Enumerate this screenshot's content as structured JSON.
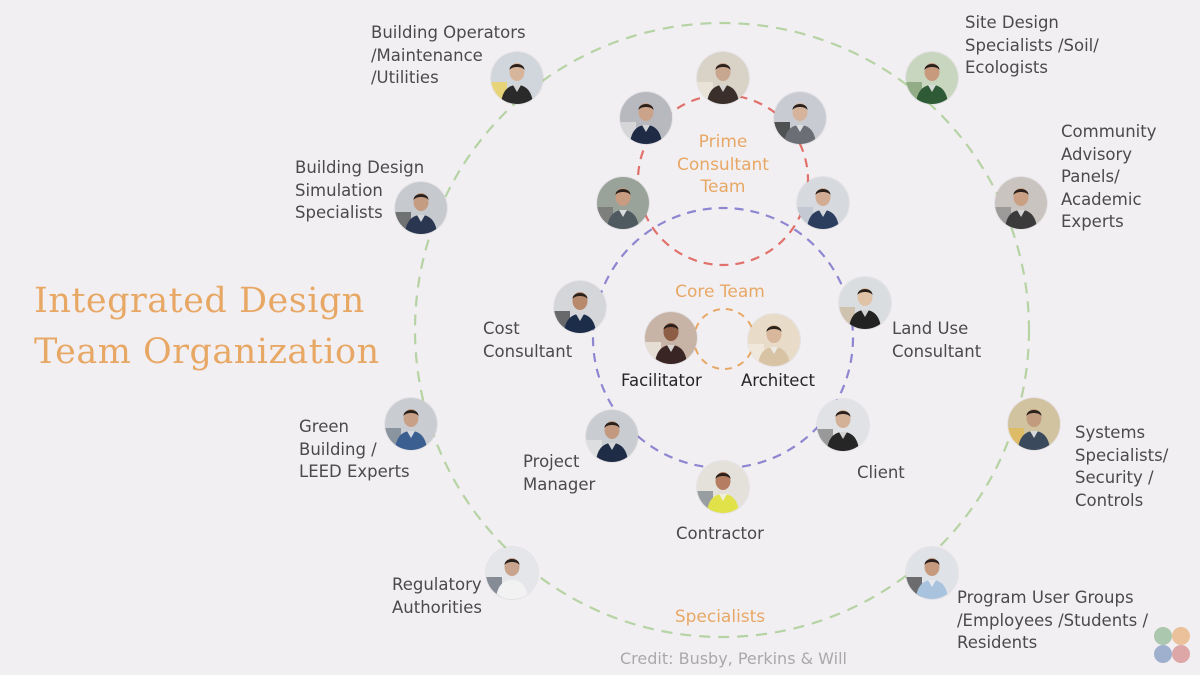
{
  "title_lines": [
    "Integrated Design",
    "Team Organization"
  ],
  "rings": {
    "prime": "Prime\nConsultant\nTeam",
    "core": "Core Team",
    "specialists": "Specialists"
  },
  "core_members": {
    "facilitator": "Facilitator",
    "architect": "Architect"
  },
  "inner_roles": {
    "cost": "Cost\nConsultant",
    "land_use": "Land Use\nConsultant",
    "project_manager": "Project\nManager",
    "client": "Client",
    "contractor": "Contractor"
  },
  "specialist_roles": {
    "building_operators": "Building Operators\n/Maintenance\n/Utilities",
    "site_design": "Site Design\nSpecialists /Soil/\nEcologists",
    "simulation": "Building Design\nSimulation\nSpecialists",
    "community": "Community\nAdvisory\nPanels/\nAcademic\nExperts",
    "green_building": "Green\nBuilding /\nLEED Experts",
    "systems": "Systems\nSpecialists/\nSecurity /\nControls",
    "regulatory": "Regulatory\nAuthorities",
    "program_users": "Program User Groups\n/Employees /Students /\nResidents"
  },
  "credit": "Credit: Busby, Perkins & Will",
  "colors": {
    "background": "#f2eff3",
    "accent": "#e8a865",
    "outer_ring": "#b5d3a3",
    "prime_ring": "#e0716b",
    "core_ring": "#8d86d0",
    "text": "#4a4a4a",
    "credit": "#a9a9a9"
  },
  "icons": [
    "person-photo-icon",
    "logo-icon"
  ]
}
